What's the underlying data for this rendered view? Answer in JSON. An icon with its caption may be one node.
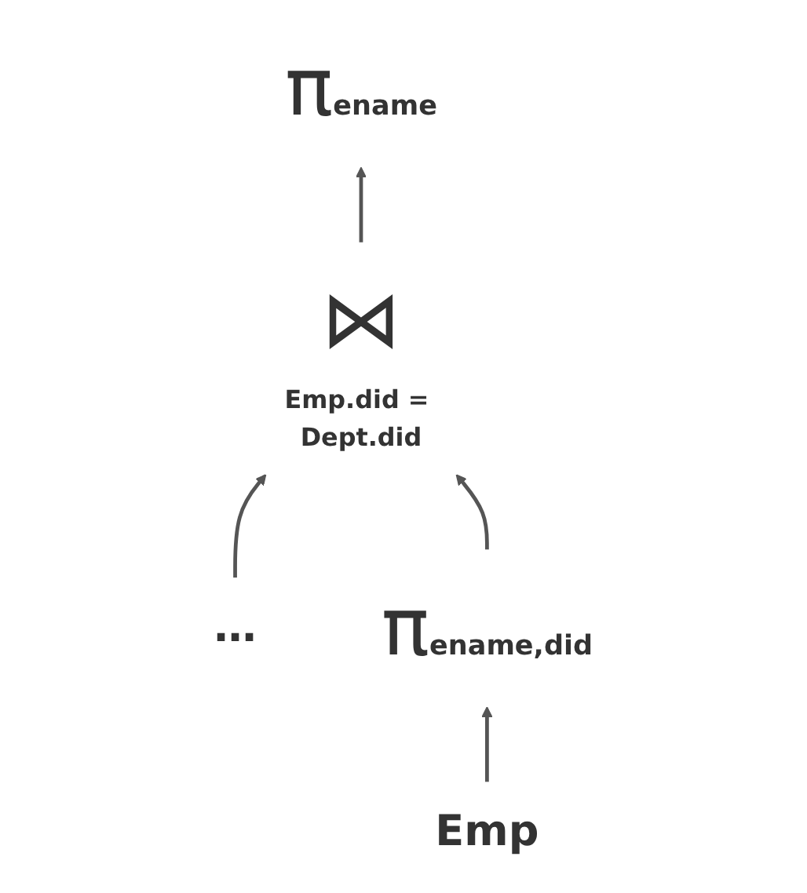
{
  "diagram": {
    "nodes": [
      {
        "text": [
          "π",
          "ename"
        ]
      },
      {
        "text": [
          "⋈"
        ],
        "beside": [
          "Emp.did = Dept.did"
        ]
      },
      {
        "text": [
          "…"
        ]
      },
      {
        "text": [
          "π",
          "ename,did"
        ]
      },
      {
        "text": [
          "Emp"
        ]
      }
    ],
    "edges": [
      {
        "from": 1,
        "to": 0,
        "arrow": "to"
      },
      {
        "from": 2,
        "to": 1,
        "arrow": "to"
      },
      {
        "from": 3,
        "to": 1,
        "arrow": "to"
      },
      {
        "from": 4,
        "to": 3,
        "arrow": "to"
      }
    ]
  }
}
